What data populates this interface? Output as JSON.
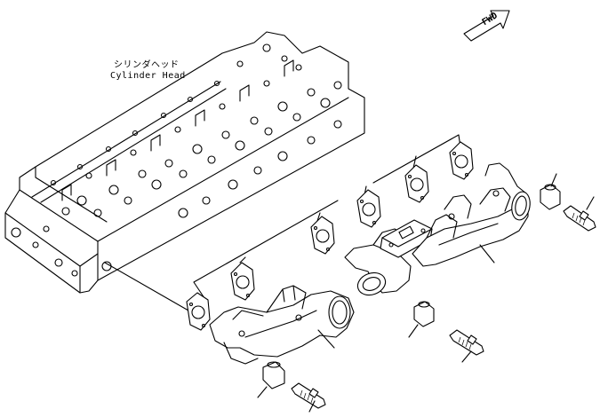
{
  "labels": {
    "cylinder_head_jp": "シリンダヘッド",
    "cylinder_head_en": "Cylinder Head",
    "fwd": "FWD"
  },
  "colors": {
    "line": "#000000",
    "background": "#ffffff"
  }
}
